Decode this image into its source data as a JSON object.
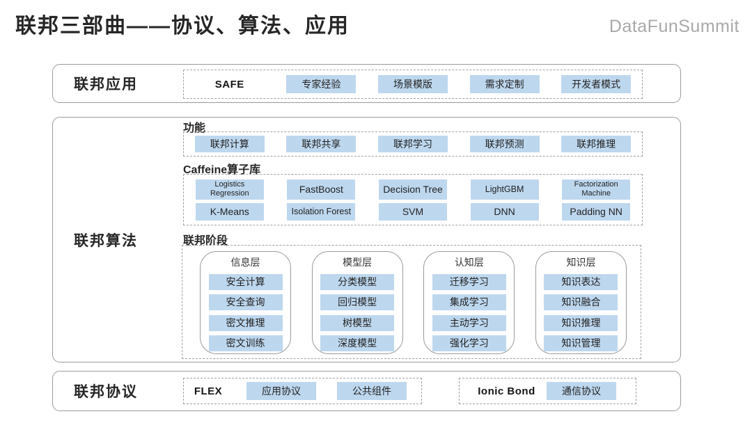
{
  "title": "联邦三部曲——协议、算法、应用",
  "logo": "DataFunSummit",
  "colors": {
    "chip_blue": "#bdd7ee",
    "border_gray": "#9b9b9b",
    "text_dark": "#262626",
    "logo_gray": "#a9a9a9"
  },
  "layers": {
    "application": {
      "label": "联邦应用",
      "tag": "SAFE",
      "items": [
        "专家经验",
        "场景模版",
        "需求定制",
        "开发者模式"
      ]
    },
    "algorithm": {
      "label": "联邦算法",
      "functions": {
        "label": "功能",
        "items": [
          "联邦计算",
          "联邦共享",
          "联邦学习",
          "联邦预测",
          "联邦推理"
        ]
      },
      "operators": {
        "label": "Caffeine算子库",
        "row1": [
          "Logistics Regression",
          "FastBoost",
          "Decision Tree",
          "LightGBM",
          "Factorization Machine"
        ],
        "row2": [
          "K-Means",
          "Isolation Forest",
          "SVM",
          "DNN",
          "Padding NN"
        ]
      },
      "stages": {
        "label": "联邦阶段",
        "columns": [
          {
            "header": "信息层",
            "items": [
              "安全计算",
              "安全查询",
              "密文推理",
              "密文训练"
            ]
          },
          {
            "header": "模型层",
            "items": [
              "分类模型",
              "回归模型",
              "树模型",
              "深度模型"
            ]
          },
          {
            "header": "认知层",
            "items": [
              "迁移学习",
              "集成学习",
              "主动学习",
              "强化学习"
            ]
          },
          {
            "header": "知识层",
            "items": [
              "知识表达",
              "知识融合",
              "知识推理",
              "知识管理"
            ]
          }
        ]
      }
    },
    "protocol": {
      "label": "联邦协议",
      "groups": [
        {
          "tag": "FLEX",
          "items": [
            "应用协议",
            "公共组件"
          ]
        },
        {
          "tag": "Ionic Bond",
          "items": [
            "通信协议"
          ]
        }
      ]
    }
  }
}
